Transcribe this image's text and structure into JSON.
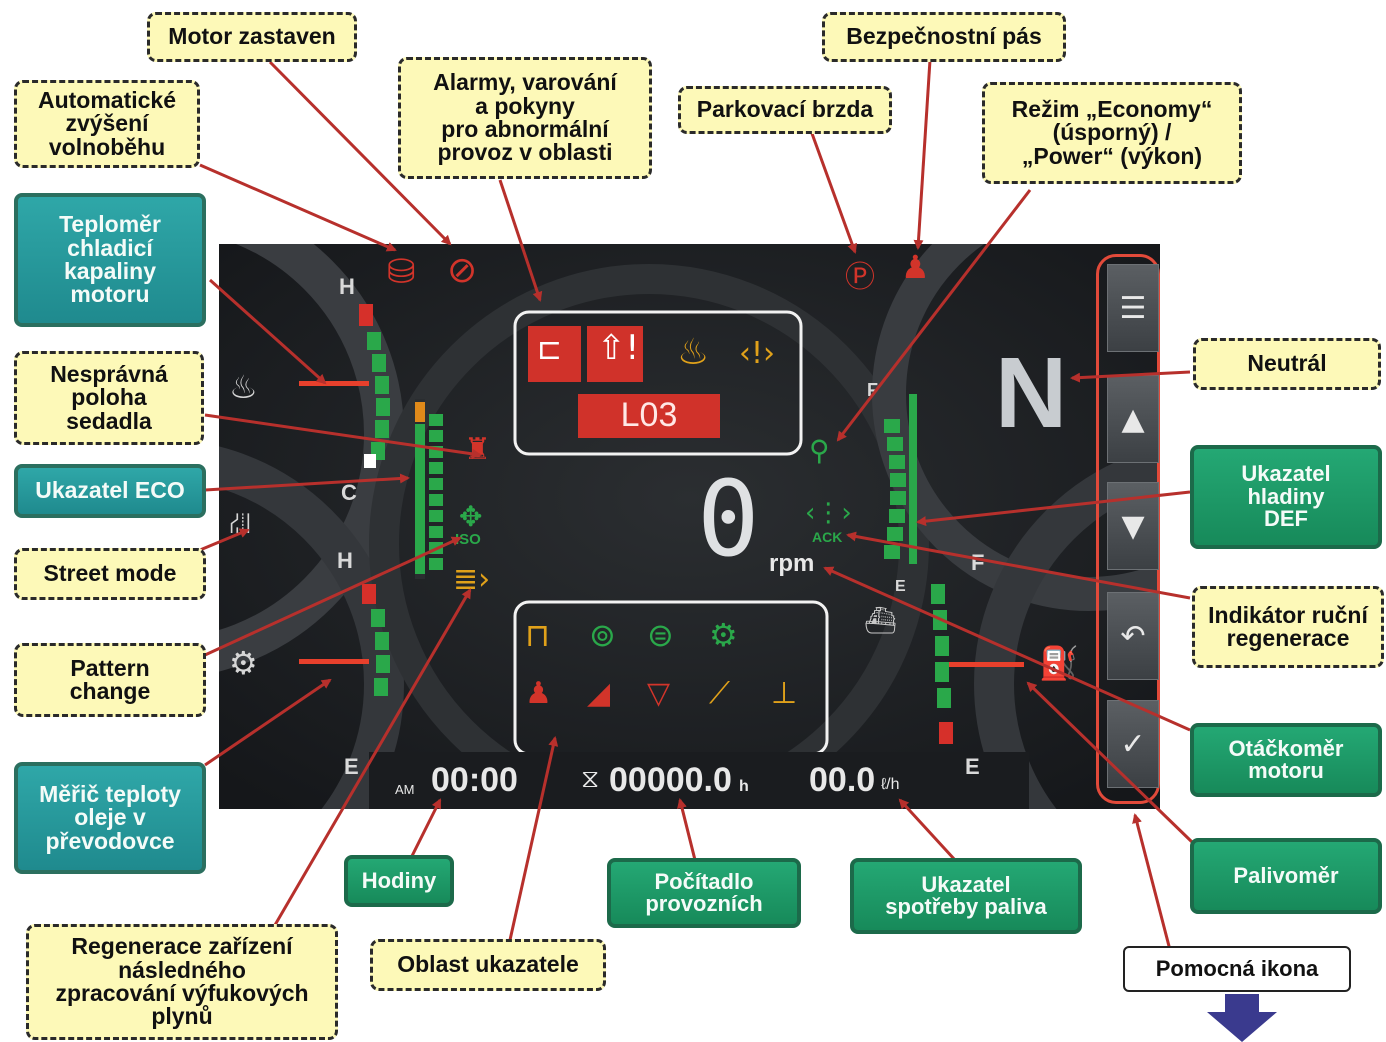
{
  "display": {
    "lo_code": "L03",
    "rpm_value": "0",
    "rpm_unit": "rpm",
    "gear": "N",
    "clock_ampm": "AM",
    "clock_time": "00:00",
    "hour_meter": "00000.0",
    "hour_meter_unit": "h",
    "fuel_rate": "00.0",
    "fuel_rate_unit": "ℓ/h",
    "coolant_high": "H",
    "coolant_low": "C",
    "oil_high": "H",
    "oil_low": "E",
    "def_full": "F",
    "def_empty": "E",
    "fuel_full": "F",
    "fuel_empty": "E",
    "iso_label": "ISO",
    "ack_label": "ACK",
    "menu_buttons": [
      "menu",
      "up",
      "down",
      "back",
      "confirm"
    ]
  },
  "callouts": {
    "motor_zastaven": "Motor zastaven",
    "bezpecnostni_pas": "Bezpečnostní pás",
    "automaticke": [
      "Automatické",
      "zvýšení",
      "volnoběhu"
    ],
    "alarmy": [
      "Alarmy, varování",
      "a pokyny",
      "pro abnormální",
      "provoz v oblasti"
    ],
    "parkovaci": "Parkovací brzda",
    "rezim": [
      "Režim „Economy“",
      "(úsporný) /",
      "„Power“ (výkon)"
    ],
    "teplomer": [
      "Teploměr",
      "chladicí",
      "kapaliny",
      "motoru"
    ],
    "nespravna": [
      "Nesprávná",
      "poloha",
      "sedadla"
    ],
    "ukazatel_eco": "Ukazatel ECO",
    "street_mode": "Street mode",
    "pattern": [
      "Pattern",
      "change"
    ],
    "meric": [
      "Měřič teploty",
      "oleje v",
      "převodovce"
    ],
    "neutral": "Neutrál",
    "def": [
      "Ukazatel",
      "hladiny",
      "DEF"
    ],
    "indikator": [
      "Indikátor ruční",
      "regenerace"
    ],
    "otackomer": [
      "Otáčkoměr",
      "motoru"
    ],
    "palivomer": "Palivoměr",
    "hodiny": "Hodiny",
    "pocitadlo": [
      "Počítadlo",
      "provozních"
    ],
    "spotreba": [
      "Ukazatel",
      "spotřeby paliva"
    ],
    "oblast": "Oblast ukazatele",
    "regenerace": [
      "Regenerace zařízení",
      "následného",
      "zpracování výfukových",
      "plynů"
    ],
    "pomocna": "Pomocná ikona"
  },
  "colors": {
    "callout_yellow": "#fdf9b8",
    "callout_teal": "#2fa7a8",
    "callout_green": "#24a874",
    "arrow_red": "#b7302c",
    "indicator_red": "#d2342a",
    "indicator_green": "#2aa84a",
    "indicator_amber": "#e0a11a",
    "warning_box_red": "#d0322a",
    "down_arrow": "#3a3a8e"
  }
}
